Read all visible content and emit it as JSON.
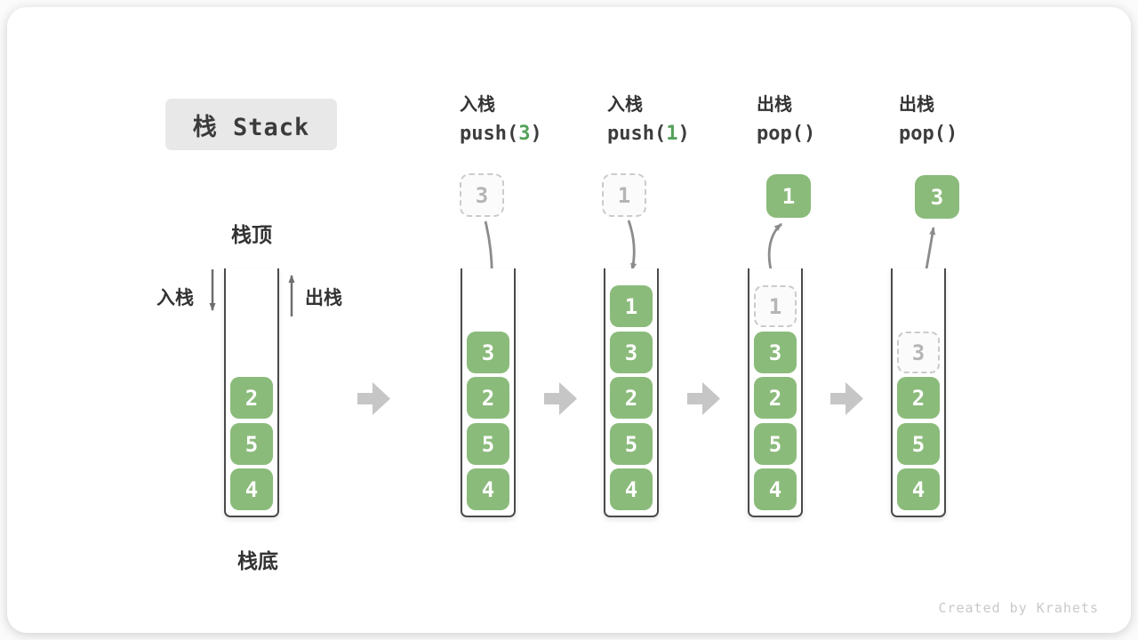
{
  "title": "栈 Stack",
  "watermark": "Created by Krahets",
  "colors": {
    "block_green": "#8bbb7b",
    "code_arg_green": "#53a158",
    "title_bg": "#e8e8e8",
    "text_dark": "#333333",
    "flow_arrow_gray": "#8c8c8c",
    "chevron_gray": "#c6c6c6",
    "ghost_border": "#cbcbcb",
    "ghost_text": "#b5b5b5"
  },
  "initial_stack": {
    "top_label": "栈顶",
    "bottom_label": "栈底",
    "push_arrow_label": "入栈",
    "pop_arrow_label": "出栈",
    "blocks": [
      "2",
      "5",
      "4"
    ]
  },
  "states": [
    {
      "op_label": "入栈",
      "code": {
        "pre": "push(",
        "arg": "3",
        "post": ")"
      },
      "float_value": "3",
      "blocks": [
        "3",
        "2",
        "5",
        "4"
      ]
    },
    {
      "op_label": "入栈",
      "code": {
        "pre": "push(",
        "arg": "1",
        "post": ")"
      },
      "float_value": "1",
      "blocks": [
        "1",
        "3",
        "2",
        "5",
        "4"
      ]
    },
    {
      "op_label": "出栈",
      "code": {
        "pre": "pop(",
        "arg": "",
        "post": ")"
      },
      "float_value": "1",
      "ghost_value": "1",
      "blocks": [
        "3",
        "2",
        "5",
        "4"
      ]
    },
    {
      "op_label": "出栈",
      "code": {
        "pre": "pop(",
        "arg": "",
        "post": ")"
      },
      "float_value": "3",
      "ghost_value": "3",
      "blocks": [
        "2",
        "5",
        "4"
      ]
    }
  ]
}
